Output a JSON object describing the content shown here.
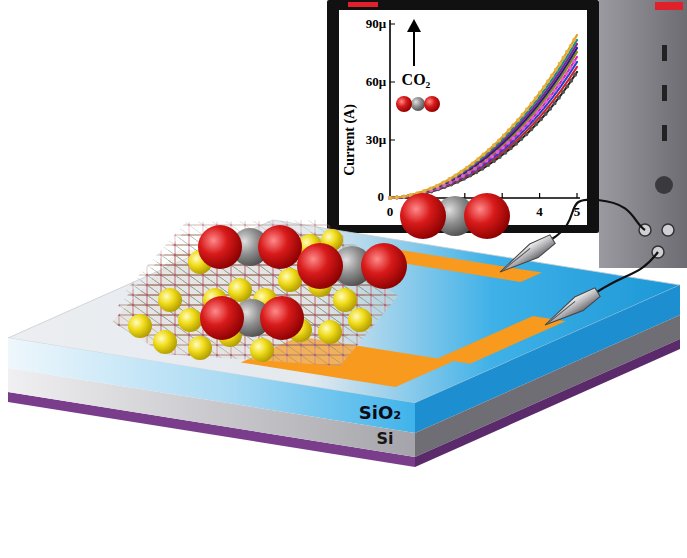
{
  "diagram": {
    "nodes": [
      {
        "text": [
          "SiO₂"
        ]
      },
      {
        "text": [
          "Si"
        ]
      }
    ],
    "labels": [
      "Current (A)",
      "90μ",
      "60μ",
      "30μ",
      "0",
      "0",
      "4",
      "5",
      "CO₂"
    ]
  }
}
